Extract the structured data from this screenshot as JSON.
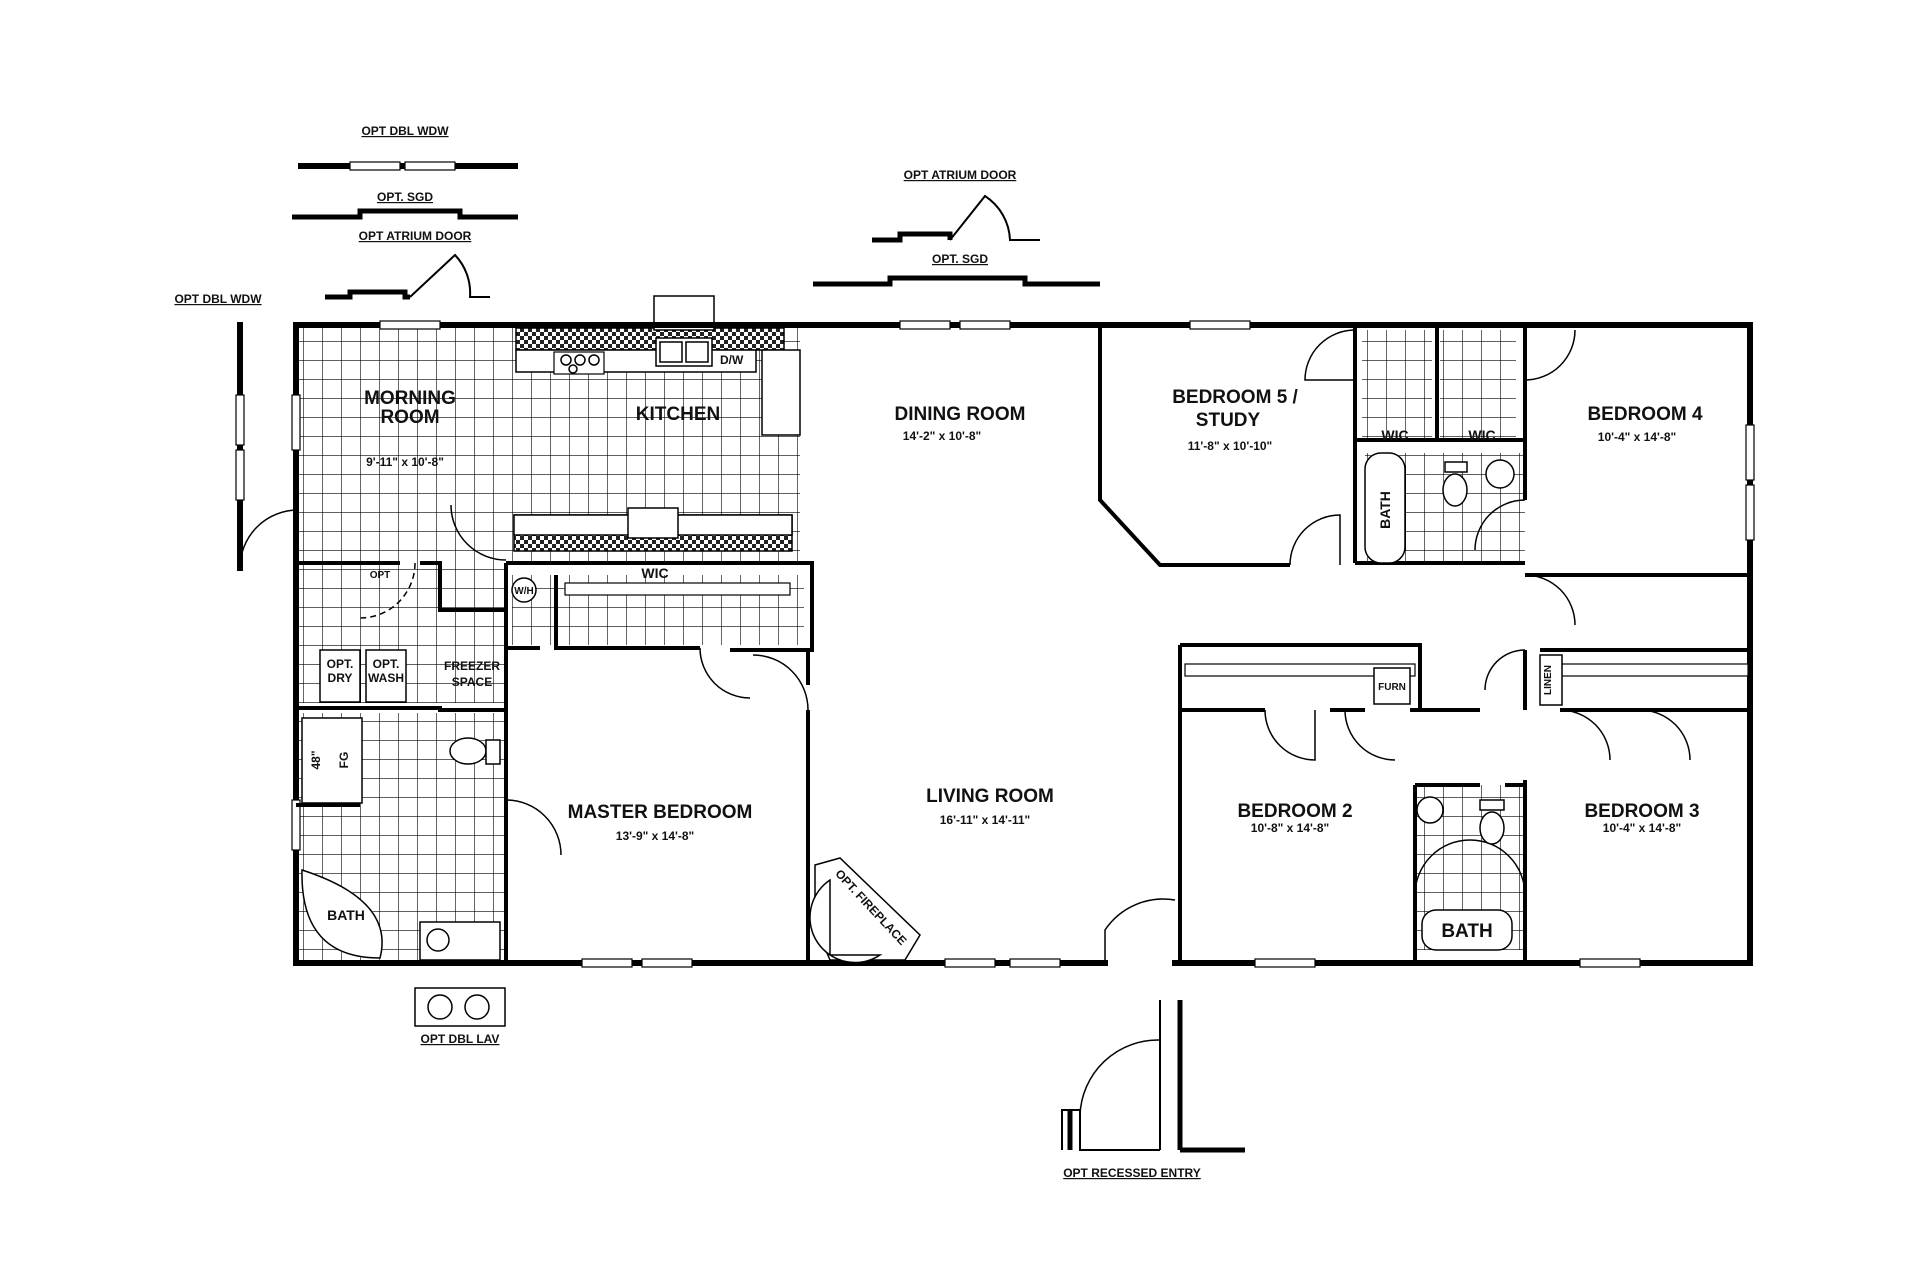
{
  "rooms": {
    "morning_room": {
      "name_line1": "MORNING",
      "name_line2": "ROOM",
      "size": "9'-11\" x 10'-8\""
    },
    "kitchen": {
      "name": "KITCHEN"
    },
    "dining_room": {
      "name": "DINING ROOM",
      "size": "14'-2\" x 10'-8\""
    },
    "bedroom5": {
      "name_line1": "BEDROOM 5 /",
      "name_line2": "STUDY",
      "size": "11'-8\" x 10'-10\""
    },
    "bedroom4": {
      "name": "BEDROOM 4",
      "size": "10'-4\" x 14'-8\""
    },
    "master_bedroom": {
      "name": "MASTER BEDROOM",
      "size": "13'-9\" x 14'-8\""
    },
    "living_room": {
      "name": "LIVING ROOM",
      "size": "16'-11\" x 14'-11\""
    },
    "bedroom2": {
      "name": "BEDROOM 2",
      "size": "10'-8\" x 14'-8\""
    },
    "bedroom3": {
      "name": "BEDROOM 3",
      "size": "10'-4\" x 14'-8\""
    }
  },
  "fixtures": {
    "wic": "WIC",
    "bath": "BATH",
    "dw": "D/W",
    "wh": "W/H",
    "opt": "OPT",
    "opt_dry_1": "OPT.",
    "opt_dry_2": "DRY",
    "opt_wash_1": "OPT.",
    "opt_wash_2": "WASH",
    "freezer_1": "FREEZER",
    "freezer_2": "SPACE",
    "shower_size": "48\"",
    "shower_mat": "FG",
    "linen": "LINEN",
    "furn": "FURN",
    "fireplace": "OPT. FIREPLACE"
  },
  "options": {
    "opt_dbl_wdw_top": "OPT DBL WDW",
    "opt_sgd_left": "OPT. SGD",
    "opt_atrium_door_left": "OPT ATRIUM DOOR",
    "opt_dbl_wdw_left": "OPT DBL WDW",
    "opt_atrium_door_center": "OPT ATRIUM DOOR",
    "opt_sgd_center": "OPT. SGD",
    "opt_dbl_lav": "OPT DBL LAV",
    "opt_recessed_entry": "OPT RECESSED ENTRY"
  }
}
